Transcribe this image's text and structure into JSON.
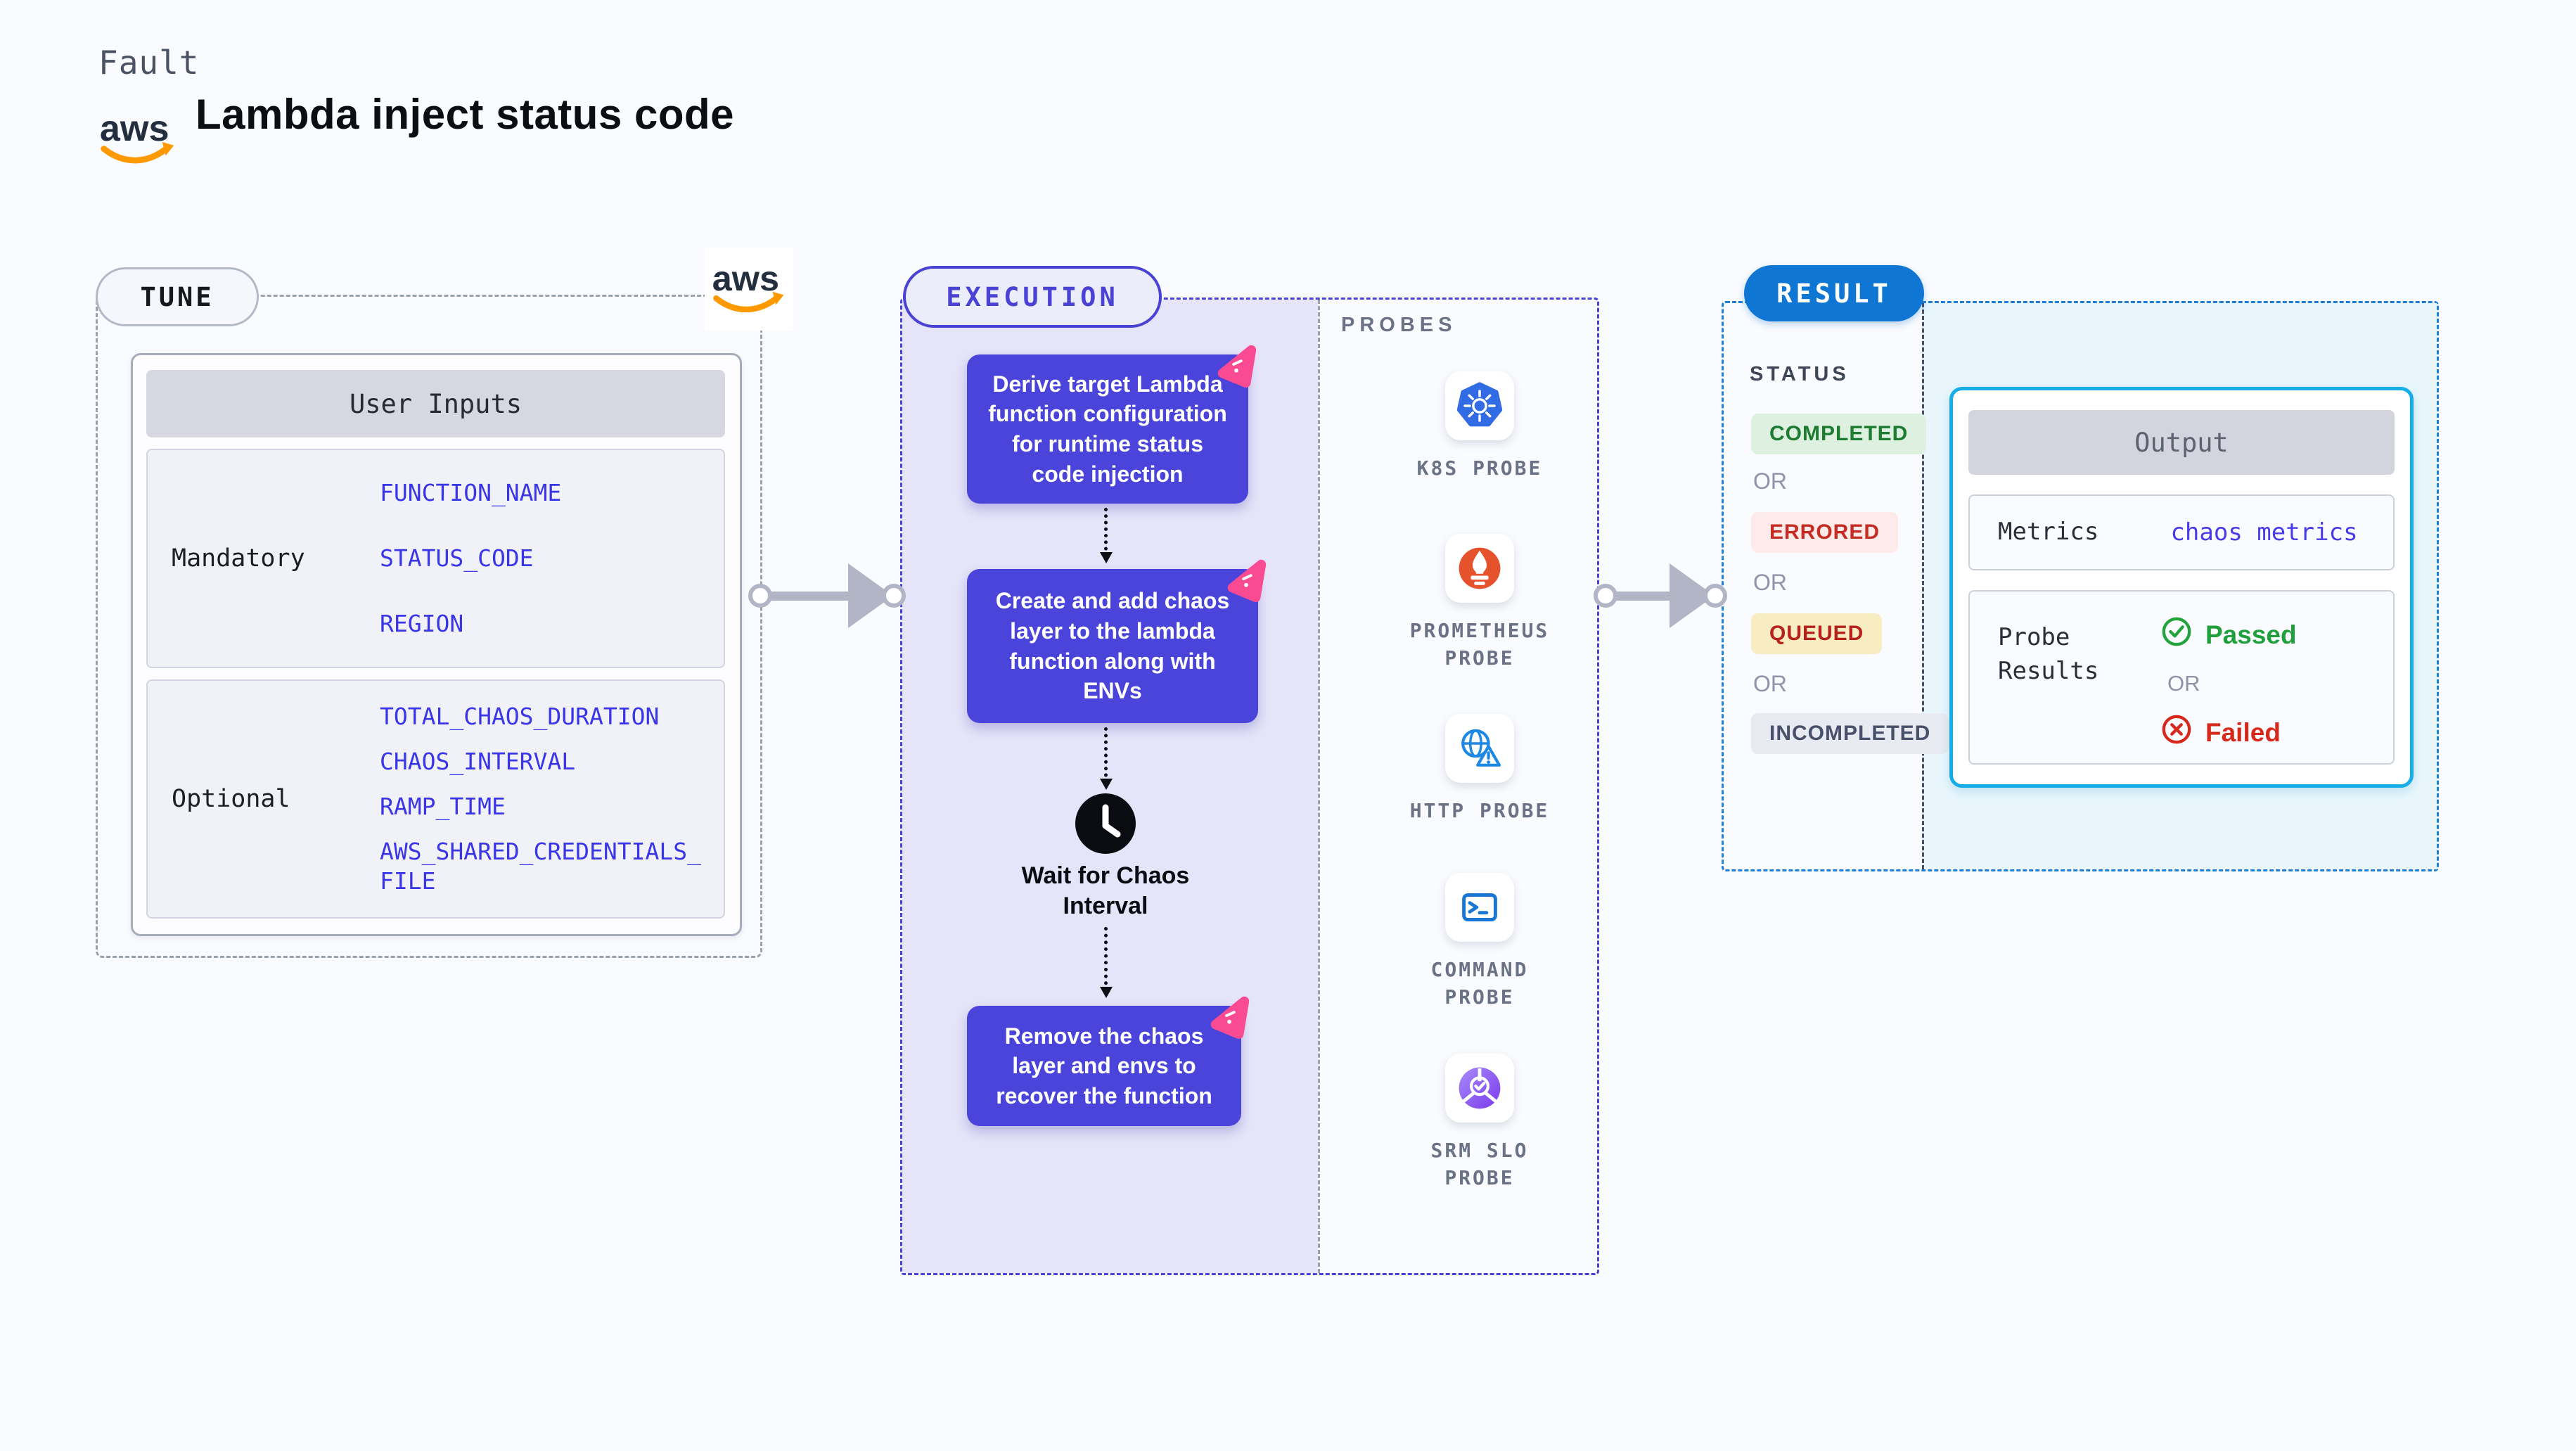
{
  "header": {
    "eyebrow": "Fault",
    "title": "Lambda inject status code",
    "aws_logo": "aws-icon"
  },
  "tune": {
    "badge": "TUNE",
    "table_title": "User Inputs",
    "rows": [
      {
        "label": "Mandatory",
        "values": [
          "FUNCTION_NAME",
          "STATUS_CODE",
          "REGION"
        ]
      },
      {
        "label": "Optional",
        "values": [
          "TOTAL_CHAOS_DURATION",
          "CHAOS_INTERVAL",
          "RAMP_TIME",
          "AWS_SHARED_CREDENTIALS_FILE"
        ]
      }
    ]
  },
  "execution": {
    "badge": "EXECUTION",
    "steps": [
      "Derive target Lambda function configuration for runtime status code injection",
      "Create and add chaos layer to the lambda function along with ENVs",
      "Remove the chaos layer and envs to recover the function"
    ],
    "wait_label": "Wait for Chaos Interval"
  },
  "probes": {
    "title": "PROBES",
    "items": [
      {
        "label": "K8S PROBE",
        "icon": "kubernetes-icon"
      },
      {
        "label": "PROMETHEUS PROBE",
        "icon": "prometheus-icon"
      },
      {
        "label": "HTTP PROBE",
        "icon": "http-globe-icon"
      },
      {
        "label": "COMMAND PROBE",
        "icon": "terminal-icon"
      },
      {
        "label": "SRM SLO PROBE",
        "icon": "srm-slo-icon"
      }
    ]
  },
  "result": {
    "badge": "RESULT",
    "status_title": "STATUS",
    "or_label": "OR",
    "statuses": [
      {
        "label": "COMPLETED",
        "type": "success"
      },
      {
        "label": "ERRORED",
        "type": "error"
      },
      {
        "label": "QUEUED",
        "type": "warning"
      },
      {
        "label": "INCOMPLETED",
        "type": "neutral"
      }
    ],
    "output": {
      "title": "Output",
      "metrics_label": "Metrics",
      "metrics_value": "chaos metrics",
      "probe_results_label": "Probe Results",
      "passed_label": "Passed",
      "or_label": "OR",
      "failed_label": "Failed"
    }
  },
  "colors": {
    "page_bg": "#fafbfe",
    "step_indigo": "#4b44da",
    "execution_accent": "#4a42d5",
    "execution_fill": "#e5e4f9",
    "result_blue": "#0f76d3",
    "output_border_cyan": "#17ade6",
    "output_fill": "#e8f6fc",
    "chaos_pink": "#fa4a92",
    "aws_orange": "#ff9900",
    "value_blue": "#3a36e8",
    "success_green": "#1d7c31",
    "error_red": "#c62b24",
    "queued_yellow_bg": "#f8edc2",
    "arrow_gray": "#b2b5c6"
  }
}
